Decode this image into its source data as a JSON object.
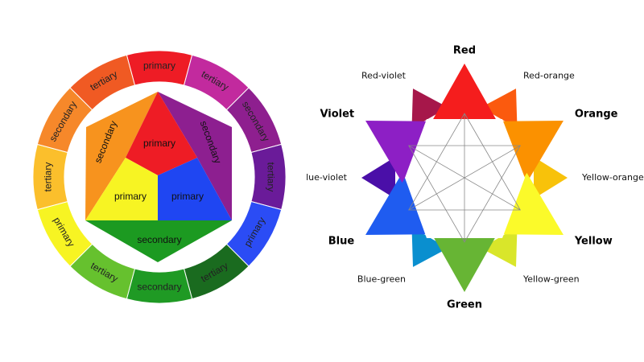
{
  "wheel": {
    "ring_labels": [
      "primary",
      "tertiary",
      "secondary",
      "tertiary",
      "primary",
      "tertiary",
      "secondary",
      "tertiary",
      "primary",
      "tertiary",
      "secondary",
      "tertiary"
    ],
    "ring_colors": [
      "#ee1c25",
      "#c22a9e",
      "#8e1f8f",
      "#6a1b99",
      "#2b4cf5",
      "#1a6b1f",
      "#1f9a24",
      "#66c12e",
      "#f7f423",
      "#fbbf2c",
      "#f6882a",
      "#f05a23"
    ],
    "center": {
      "red": {
        "label": "primary",
        "color": "#ee1c25"
      },
      "yellow": {
        "label": "primary",
        "color": "#f7f423"
      },
      "blue": {
        "label": "primary",
        "color": "#1f46f2"
      },
      "orange": {
        "label": "secondary",
        "color": "#f7931e"
      },
      "violet": {
        "label": "secondary",
        "color": "#8d1f90"
      },
      "green": {
        "label": "secondary",
        "color": "#1c9a21"
      }
    }
  },
  "star": {
    "points": [
      {
        "name": "Red",
        "color": "#f51d1d",
        "primary": true
      },
      {
        "name": "Red-orange",
        "color": "#fb5a0e",
        "primary": false
      },
      {
        "name": "Orange",
        "color": "#fb9100",
        "primary": true
      },
      {
        "name": "Yellow-orange",
        "color": "#f8c20a",
        "primary": false
      },
      {
        "name": "Yellow",
        "color": "#fbfa2a",
        "primary": true
      },
      {
        "name": "Yellow-green",
        "color": "#d9e62a",
        "primary": false
      },
      {
        "name": "Green",
        "color": "#67b534",
        "primary": true
      },
      {
        "name": "Blue-green",
        "color": "#0a8fcf",
        "primary": false
      },
      {
        "name": "Blue",
        "color": "#1f5cf0",
        "primary": true
      },
      {
        "name": "Blue-violet",
        "color": "#4a0fa8",
        "primary": false
      },
      {
        "name": "Violet",
        "color": "#8d1fc5",
        "primary": true
      },
      {
        "name": "Red-violet",
        "color": "#a6174a",
        "primary": false
      }
    ]
  }
}
